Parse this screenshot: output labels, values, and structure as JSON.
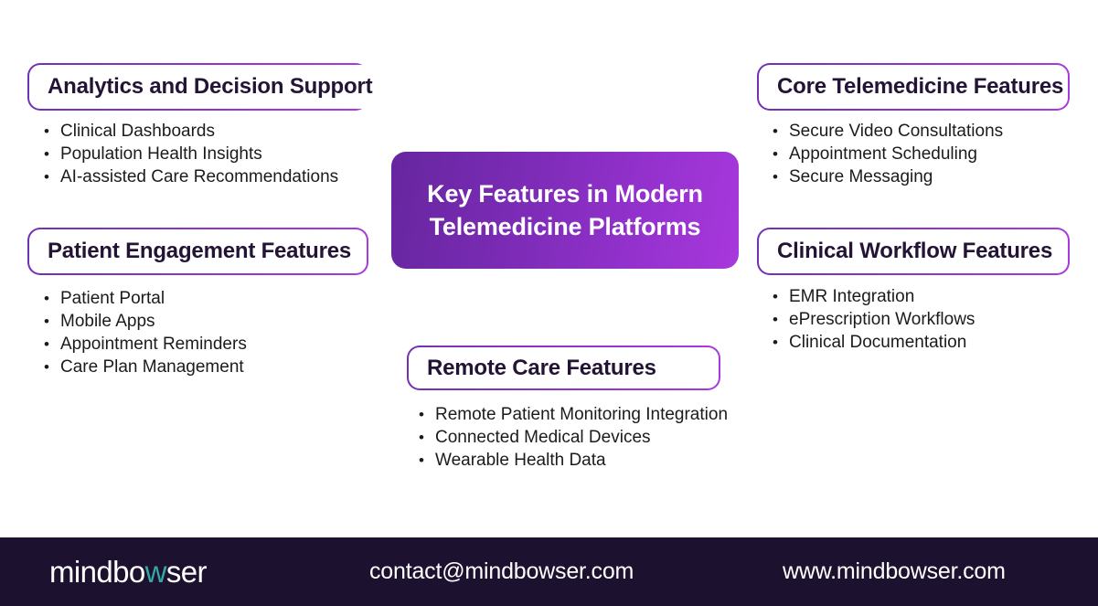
{
  "center_card": {
    "title": "Key Features in Modern Telemedicine Platforms",
    "gradient_from": "#66269f",
    "gradient_to": "#a838dc",
    "text_color": "#ffffff"
  },
  "theme": {
    "border_gradient_from": "#7231b4",
    "border_gradient_to": "#a839de",
    "heading_color": "#231436",
    "bullet_color": "#1b1b1b",
    "page_background": "#ffffff"
  },
  "boxes": [
    {
      "id": "analytics-and-decision-support",
      "title": "Analytics and Decision Support",
      "items": [
        "Clinical Dashboards",
        "Population Health Insights",
        "AI-assisted Care Recommendations"
      ]
    },
    {
      "id": "core-telemedicine-features",
      "title": "Core Telemedicine Features",
      "items": [
        "Secure Video Consultations",
        "Appointment Scheduling",
        "Secure Messaging"
      ]
    },
    {
      "id": "patient-engagement-features",
      "title": "Patient Engagement Features",
      "items": [
        "Patient Portal",
        "Mobile Apps",
        "Appointment Reminders",
        "Care Plan Management"
      ]
    },
    {
      "id": "clinical-workflow-features",
      "title": "Clinical Workflow Features",
      "items": [
        "EMR Integration",
        "ePrescription Workflows",
        "Clinical Documentation"
      ]
    },
    {
      "id": "remote-care-features",
      "title": "Remote Care Features",
      "items": [
        "Remote Patient Monitoring Integration",
        "Connected Medical Devices",
        "Wearable Health Data"
      ]
    }
  ],
  "bullet_glyph": "•",
  "footer": {
    "background": "#1d1130",
    "logo_part1": "mindbo",
    "logo_accent": "w",
    "logo_part2": "ser",
    "logo_accent_color": "#35a8a3",
    "email": "contact@mindbowser.com",
    "website": "www.mindbowser.com"
  }
}
